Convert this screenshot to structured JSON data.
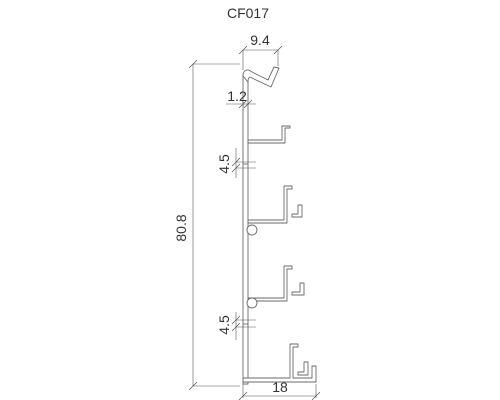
{
  "title": "CF017",
  "dimensions": {
    "top_width": "9.4",
    "wall_thickness": "1.2",
    "gap_upper": "4.5",
    "total_height": "80.8",
    "gap_lower": "4.5",
    "bottom_width": "18"
  },
  "colors": {
    "outline": "#6a6a6a",
    "dimension": "#555555",
    "text": "#333333"
  }
}
